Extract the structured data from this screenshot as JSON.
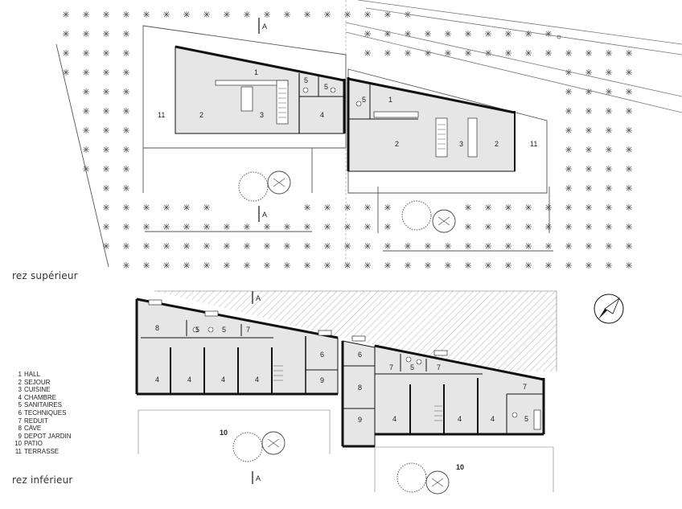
{
  "titles": {
    "upper": "rez supérieur",
    "lower": "rez inférieur"
  },
  "legend": [
    {
      "num": "1",
      "label": "HALL"
    },
    {
      "num": "2",
      "label": "SEJOUR"
    },
    {
      "num": "3",
      "label": "CUISINE"
    },
    {
      "num": "4",
      "label": "CHAMBRE"
    },
    {
      "num": "5",
      "label": "SANITAIRES"
    },
    {
      "num": "6",
      "label": "TECHNIQUES"
    },
    {
      "num": "7",
      "label": "REDUIT"
    },
    {
      "num": "8",
      "label": "CAVE"
    },
    {
      "num": "9",
      "label": "DEPOT JARDIN"
    },
    {
      "num": "10",
      "label": "PATIO"
    },
    {
      "num": "11",
      "label": "TERRASSE"
    }
  ],
  "section_marker": "A",
  "colors": {
    "room_fill": "#e6e6e6",
    "wall": "#111111",
    "line": "#555555",
    "hatch": "#9a9a9a",
    "vegetation": "#444444"
  },
  "icons": [
    "north-arrow-icon",
    "tree-icon",
    "palm-icon"
  ]
}
